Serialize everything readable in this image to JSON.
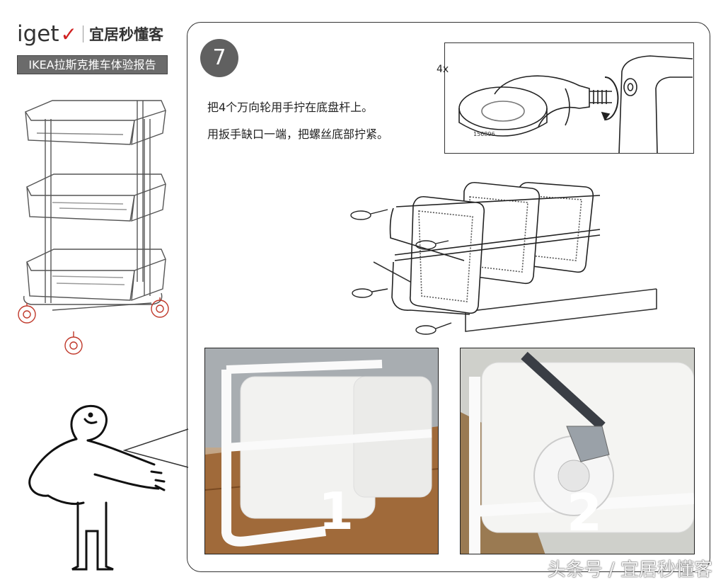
{
  "brand": {
    "logo": "iget",
    "checkmark": "✓",
    "name_cn": "宜居秒懂客",
    "report_title": "IKEA拉斯克推车体验报告"
  },
  "step": {
    "number": "7",
    "instruction_line1": "把4个万向轮用手拧在底盘杆上。",
    "instruction_line2": "用扳手缺口一端，把螺丝底部拧紧。"
  },
  "detail": {
    "quantity": "4x",
    "part_number": "156896"
  },
  "photos": [
    {
      "number": "1"
    },
    {
      "number": "2"
    }
  ],
  "watermark": "头条号 / 宜居秒懂客",
  "colors": {
    "accent_red": "#d02020",
    "badge_gray": "#6b6b6b",
    "step_circle": "#606060"
  }
}
